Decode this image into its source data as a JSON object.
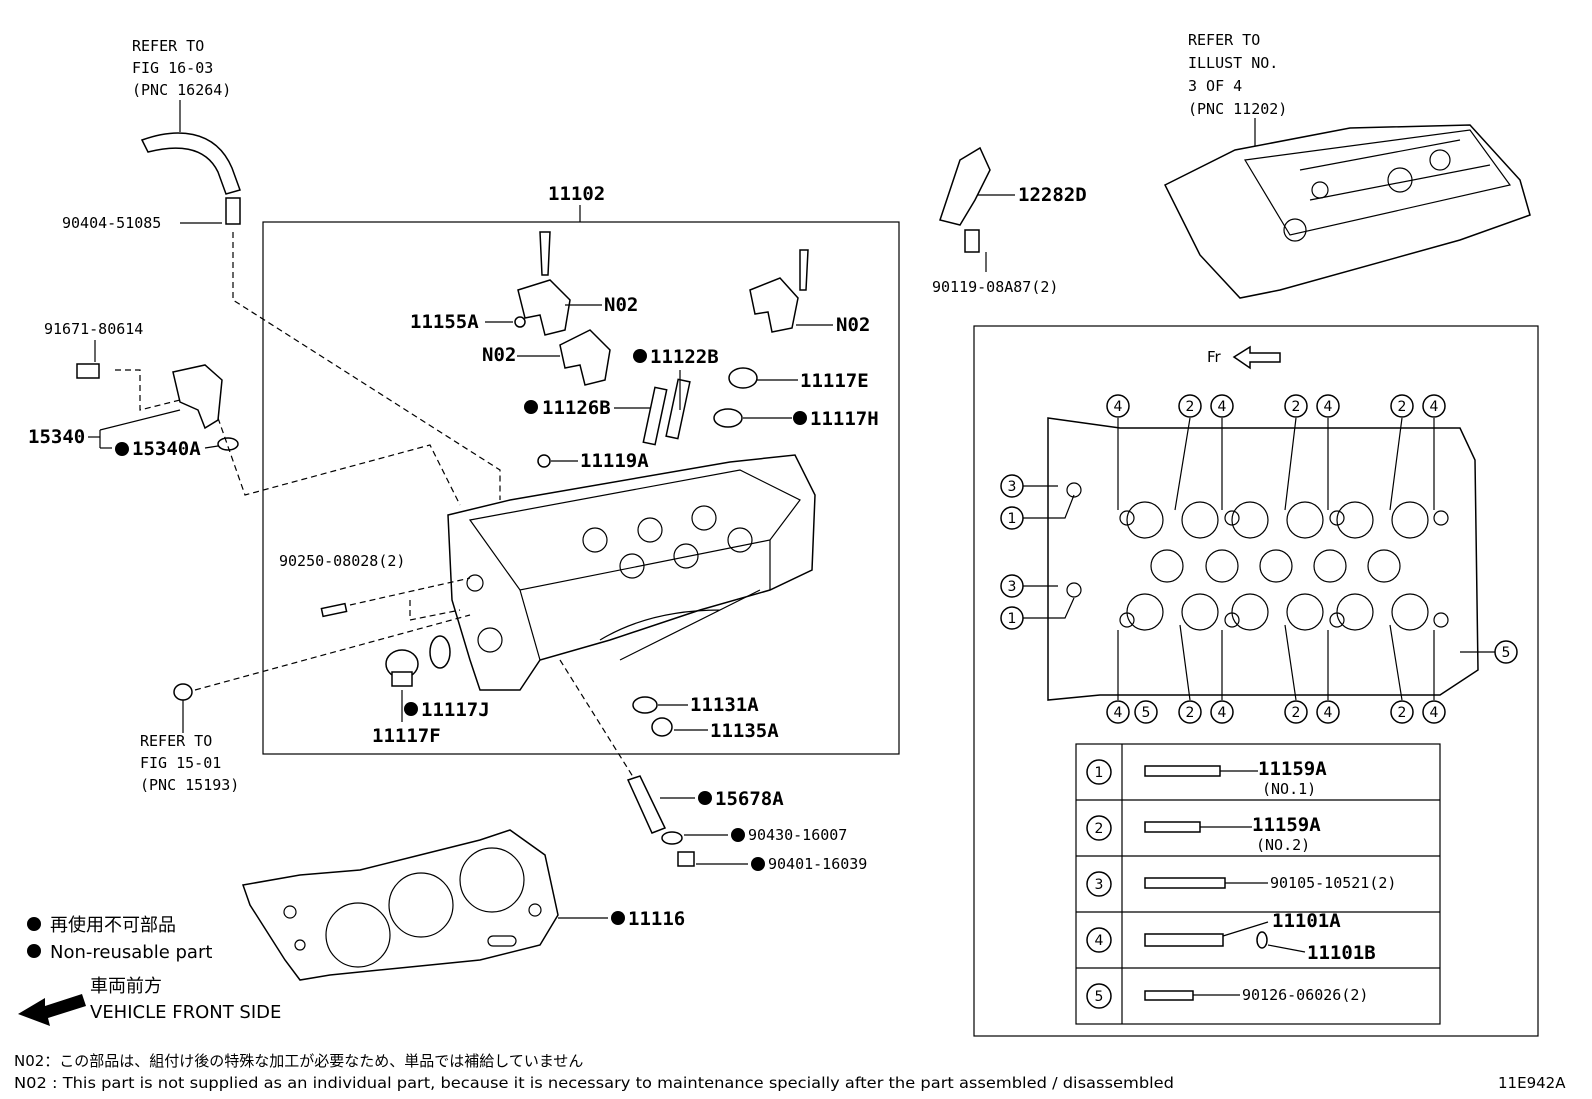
{
  "diagram_id": "11E942A",
  "refs": {
    "fig1603": [
      "REFER TO",
      "FIG 16-03",
      "(PNC 16264)"
    ],
    "illust": [
      "REFER TO",
      "ILLUST NO.",
      "3 OF 4",
      "(PNC 11202)"
    ],
    "fig1501": [
      "REFER TO",
      "FIG 15-01",
      "(PNC 15193)"
    ]
  },
  "parts": {
    "p11102": "11102",
    "p90404": "90404-51085",
    "p91671": "91671-80614",
    "p15340": "15340",
    "p15340A": "15340A",
    "p11155A": "11155A",
    "pN02a": "N02",
    "pN02b": "N02",
    "pN02c": "N02",
    "p11122B": "11122B",
    "p11117E": "11117E",
    "p11126B": "11126B",
    "p11117H": "11117H",
    "p11119A": "11119A",
    "p90250": "90250-08028(2)",
    "p11117J": "11117J",
    "p11117F": "11117F",
    "p11131A": "11131A",
    "p11135A": "11135A",
    "p15678A": "15678A",
    "p90430": "90430-16007",
    "p90401": "90401-16039",
    "p11116": "11116",
    "p12282D": "12282D",
    "p90119": "90119-08A87(2)"
  },
  "bolt_diagram": {
    "front_label": "Fr",
    "table": [
      {
        "num": "1",
        "part": "11159A",
        "sub": "(NO.1)"
      },
      {
        "num": "2",
        "part": "11159A",
        "sub": "(NO.2)"
      },
      {
        "num": "3",
        "part": "90105-10521(2)",
        "sub": ""
      },
      {
        "num": "4",
        "part": "11101A",
        "sub": "11101B"
      },
      {
        "num": "5",
        "part": "90126-06026(2)",
        "sub": ""
      }
    ]
  },
  "legend": {
    "jp": "再使用不可部品",
    "en": "Non-reusable part",
    "front_jp": "車両前方",
    "front_en": "VEHICLE FRONT SIDE"
  },
  "notes": {
    "jp": "N02：この部品は、組付け後の特殊な加工が必要なため、単品では補給していません",
    "en": "N02 : This part is not supplied as an individual part, because it is necessary to maintenance specially after the part assembled / disassembled"
  }
}
